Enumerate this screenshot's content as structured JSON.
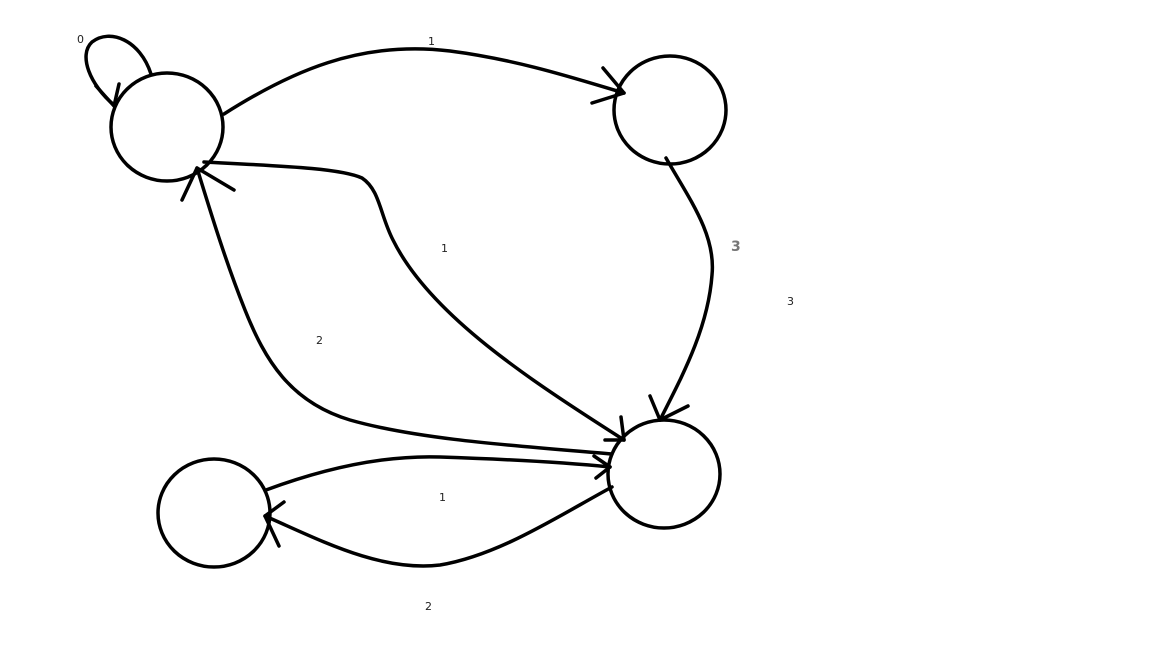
{
  "diagram": {
    "nodes": [
      {
        "id": "top-left"
      },
      {
        "id": "top-right"
      },
      {
        "id": "bottom-right"
      },
      {
        "id": "bottom-left"
      }
    ],
    "edges": [
      {
        "id": "self-loop",
        "from": "top-left",
        "to": "top-left",
        "label": "0"
      },
      {
        "id": "tl-to-tr",
        "from": "top-left",
        "to": "top-right",
        "label": "1"
      },
      {
        "id": "tr-to-br",
        "from": "top-right",
        "to": "bottom-right",
        "label": "3"
      },
      {
        "id": "tl-to-br",
        "from": "top-left",
        "to": "bottom-right",
        "label": "1"
      },
      {
        "id": "br-to-tl",
        "from": "bottom-right",
        "to": "top-left",
        "label": "2"
      },
      {
        "id": "bl-to-br",
        "from": "bottom-left",
        "to": "bottom-right",
        "label": "1"
      },
      {
        "id": "br-to-bl",
        "from": "bottom-right",
        "to": "bottom-left",
        "label": "2"
      }
    ],
    "extra_labels": {
      "faded_three": "3"
    },
    "colors": {
      "stroke": "#000000",
      "background": "#ffffff",
      "label": "#222222",
      "faded_label": "#777777"
    }
  }
}
